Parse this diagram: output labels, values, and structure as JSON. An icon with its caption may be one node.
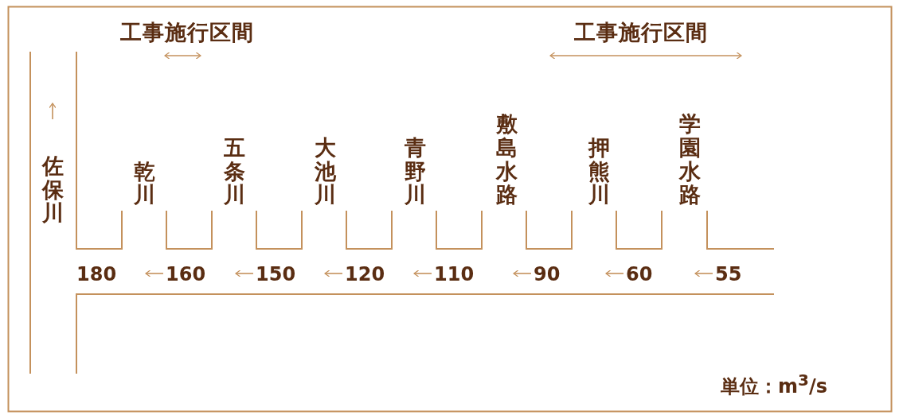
{
  "diagram": {
    "labels": [
      "工事施行区間",
      "工事施行区間",
      "佐保川",
      "乾川",
      "五条川",
      "大池川",
      "青野川",
      "敷島水路",
      "押熊川",
      "学園水路",
      "180",
      "160",
      "150",
      "120",
      "110",
      "90",
      "60",
      "55",
      "単位：m$^{3}$/s"
    ]
  }
}
